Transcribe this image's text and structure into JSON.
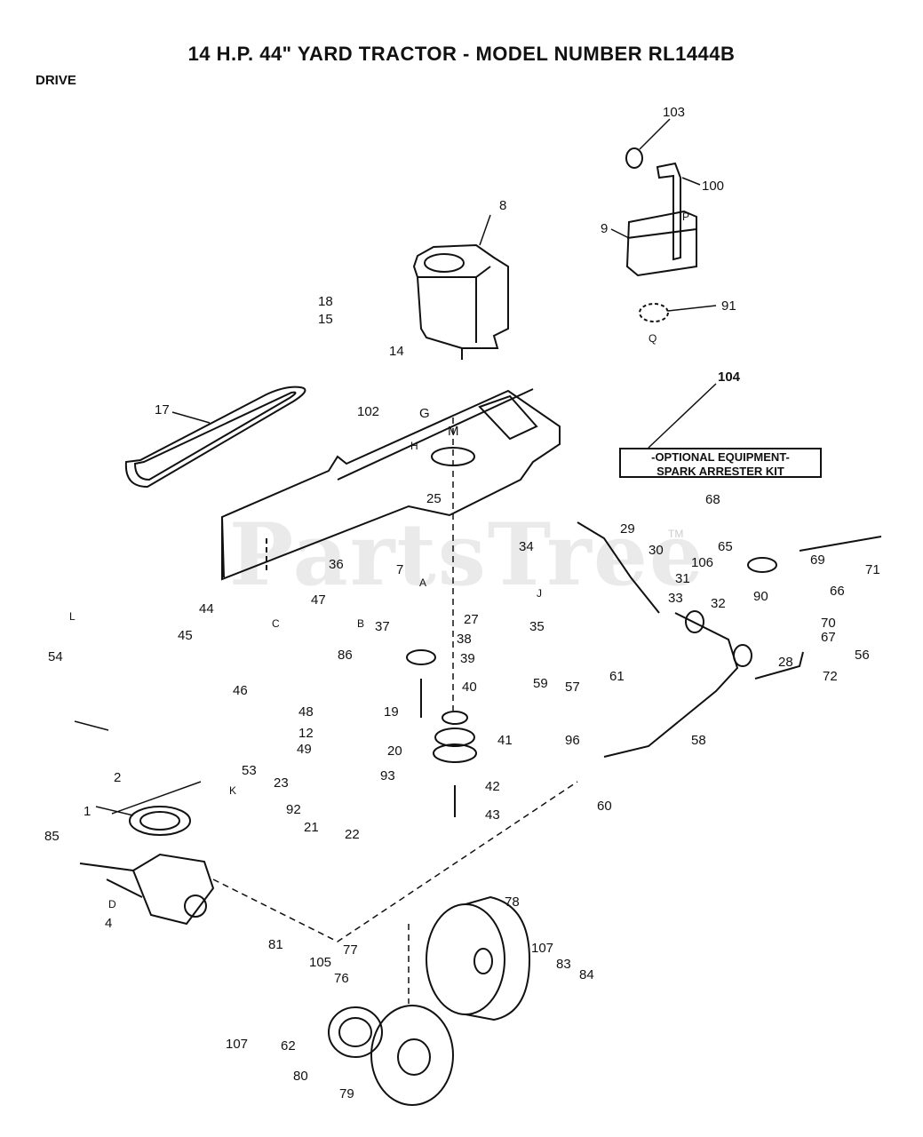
{
  "title": "14 H.P. 44\" YARD TRACTOR - MODEL NUMBER RL1444B",
  "section": "DRIVE",
  "callout": {
    "number": "104",
    "line1": "-OPTIONAL EQUIPMENT-",
    "line2": "SPARK ARRESTER KIT"
  },
  "watermark": "PartsTree",
  "watermark_tm": "TM",
  "part_labels": [
    "103",
    "100",
    "8",
    "9",
    "P",
    "91",
    "Q",
    "18",
    "15",
    "14",
    "17",
    "102",
    "G",
    "H",
    "M",
    "104",
    "25",
    "34",
    "29",
    "30",
    "31",
    "68",
    "65",
    "69",
    "71",
    "106",
    "90",
    "66",
    "36",
    "7",
    "A",
    "44",
    "47",
    "C",
    "L",
    "54",
    "45",
    "86",
    "37",
    "B",
    "27",
    "38",
    "39",
    "35",
    "33",
    "32",
    "70",
    "67",
    "28",
    "56",
    "72",
    "40",
    "59",
    "57",
    "61",
    "46",
    "48",
    "19",
    "12",
    "49",
    "20",
    "23",
    "93",
    "92",
    "21",
    "22",
    "43",
    "42",
    "41",
    "96",
    "60",
    "58",
    "53",
    "K",
    "2",
    "1",
    "85",
    "4",
    "D",
    "81",
    "105",
    "77",
    "76",
    "78",
    "107",
    "83",
    "84",
    "62",
    "80",
    "79",
    "J"
  ]
}
